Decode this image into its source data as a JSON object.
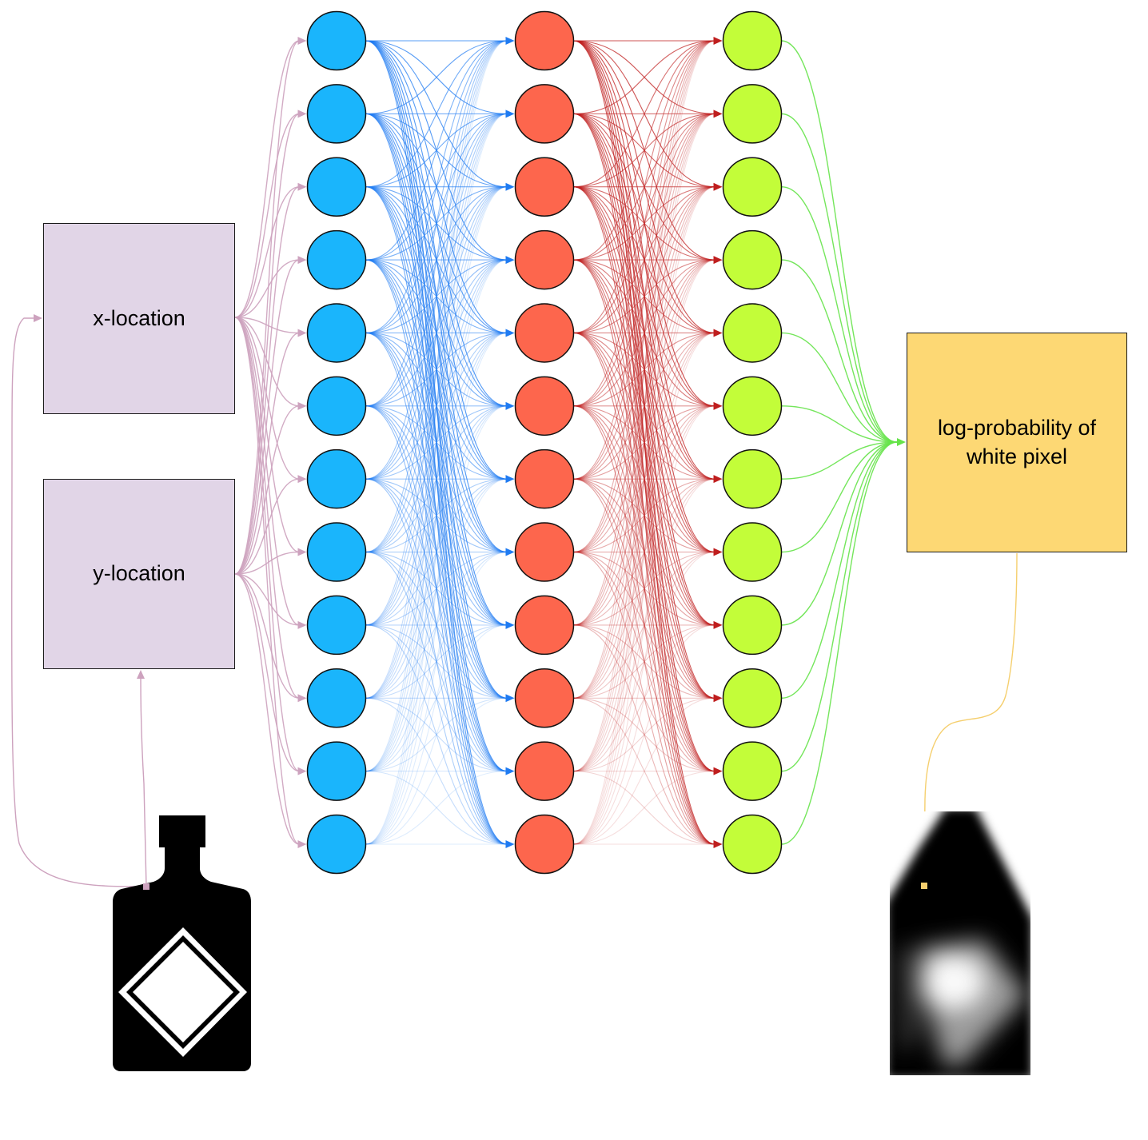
{
  "inputs": {
    "x_label": "x-location",
    "y_label": "y-location",
    "color": "#e1d5e7",
    "edge_color": "#cda2be"
  },
  "output": {
    "label": "log-probability of white pixel",
    "color": "#fdd874",
    "edge_color": "#f5cf6e"
  },
  "network": {
    "layers": [
      {
        "name": "hidden-layer-1",
        "units": 12,
        "node_color": "#1ab5fc",
        "edge_color": "#1f7bf2"
      },
      {
        "name": "hidden-layer-2",
        "units": 12,
        "node_color": "#fd664d",
        "edge_color": "#bf1e1e"
      },
      {
        "name": "hidden-layer-3",
        "units": 12,
        "node_color": "#c3fd39",
        "edge_color": "#66e34a"
      }
    ]
  },
  "images": {
    "input_image": "bottle-with-diamond-label",
    "output_image": "blurry-predicted-bottle"
  }
}
